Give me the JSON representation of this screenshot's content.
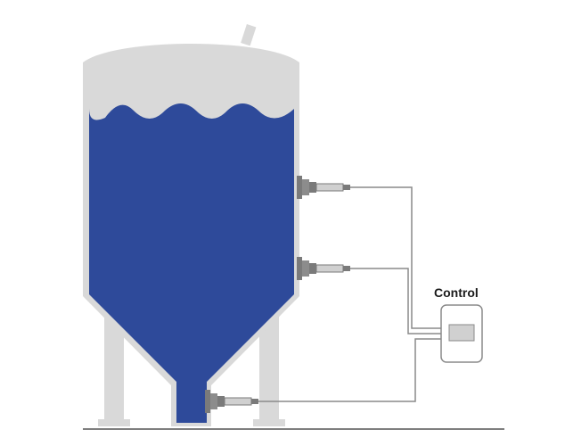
{
  "diagram": {
    "control_label": "Control"
  },
  "colors": {
    "tank_shell": "#d9d9d9",
    "liquid": "#2e4a9a",
    "sensor_body": "#7a7a7a",
    "sensor_light": "#d0d0d0",
    "cable": "#8a8a8a",
    "ground_line": "#555555"
  },
  "sensors": [
    {
      "name": "sensor-upper"
    },
    {
      "name": "sensor-middle"
    },
    {
      "name": "sensor-bottom"
    }
  ]
}
